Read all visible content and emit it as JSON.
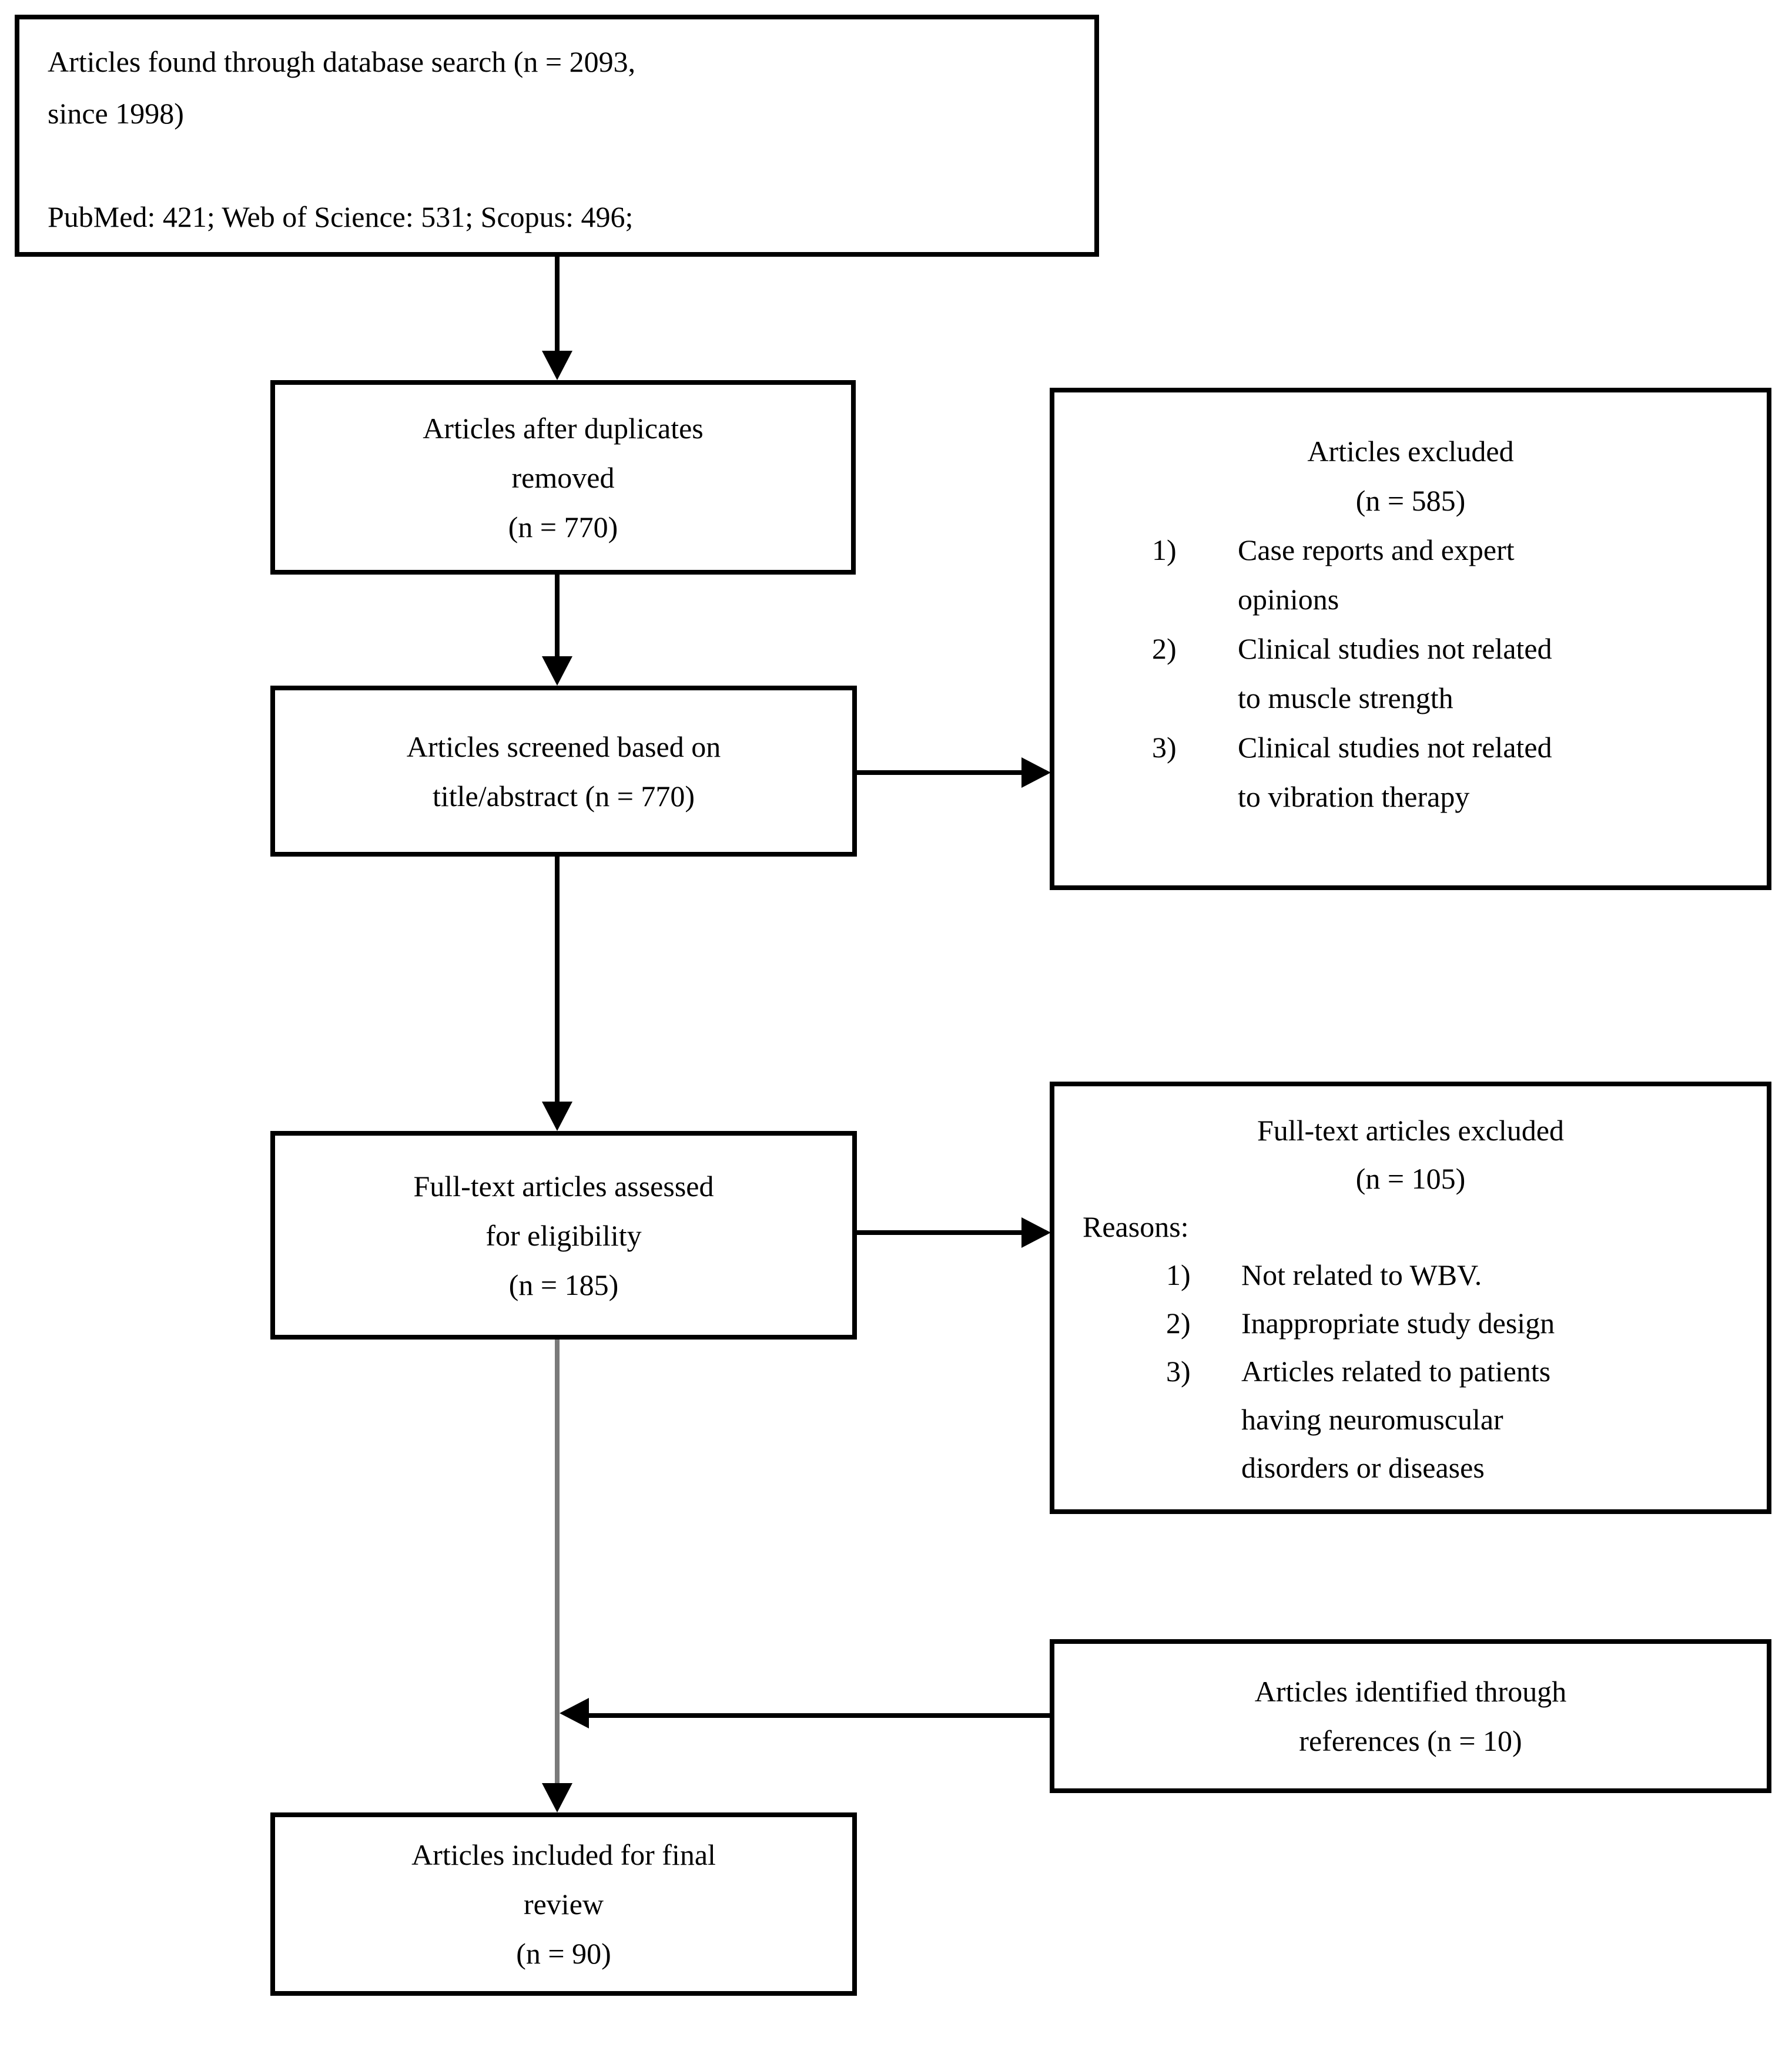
{
  "diagram": {
    "boxes": {
      "search": {
        "text": "Articles found through database search (n = 2093,\nsince 1998)\n\nPubMed: 421; Web of Science: 531; Scopus: 496;"
      },
      "duplicates": {
        "text": "Articles after duplicates\nremoved\n(n = 770)"
      },
      "screened": {
        "text": "Articles screened based on\ntitle/abstract (n = 770)"
      },
      "excluded_screening": {
        "title": "Articles excluded",
        "count": "(n = 585)",
        "items": [
          {
            "num": "1)",
            "text": "Case reports and expert\nopinions"
          },
          {
            "num": "2)",
            "text": "Clinical studies not related\nto muscle strength"
          },
          {
            "num": "3)",
            "text": "Clinical studies not related\nto vibration therapy"
          }
        ]
      },
      "fulltext": {
        "text": "Full-text articles assessed\nfor eligibility\n(n = 185)"
      },
      "excluded_fulltext": {
        "title": "Full-text articles excluded",
        "count": "(n = 105)",
        "reasons_label": "Reasons:",
        "items": [
          {
            "num": "1)",
            "text": "Not related to WBV."
          },
          {
            "num": "2)",
            "text": "Inappropriate study design"
          },
          {
            "num": "3)",
            "text": "Articles related to patients\nhaving neuromuscular\ndisorders or diseases"
          }
        ]
      },
      "references": {
        "text": "Articles identified through\nreferences (n = 10)"
      },
      "included": {
        "text": "Articles included for final\nreview\n(n = 90)"
      }
    },
    "colors": {
      "background": "#ffffff",
      "border": "#000000",
      "text": "#000000",
      "arrow": "#000000",
      "long_connector_line": "#7a7a7a"
    }
  }
}
